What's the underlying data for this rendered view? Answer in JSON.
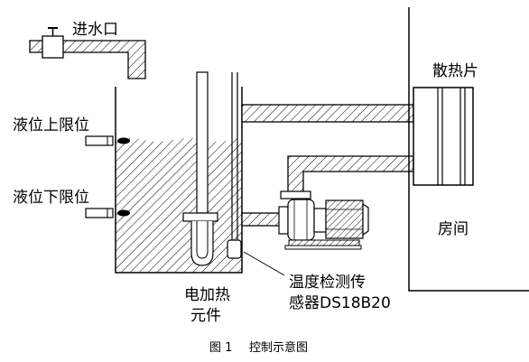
{
  "labels": {
    "water_inlet": "进水口",
    "level_upper": "液位上限位",
    "level_lower": "液位下限位",
    "heater_line1": "电加热",
    "heater_line2": "元件",
    "sensor_line1": "温度检测传",
    "sensor_line2": "感器DS18B20",
    "radiator": "散热片",
    "room": "房间"
  },
  "caption": {
    "figure_number": "图 1",
    "figure_title": "控制示意图"
  }
}
